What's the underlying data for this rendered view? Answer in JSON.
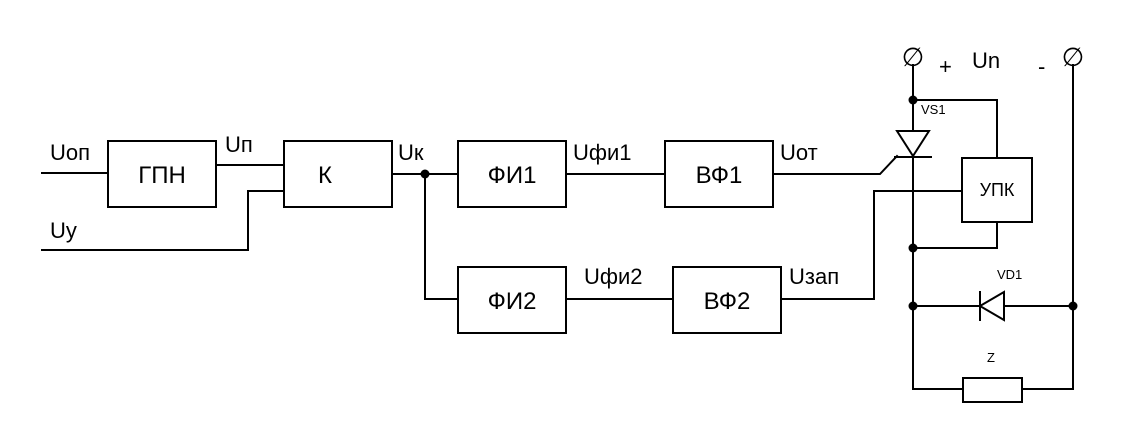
{
  "blocks": {
    "gpn": "ГПН",
    "k": "К",
    "fi1": "ФИ1",
    "vf1": "ВФ1",
    "fi2": "ФИ2",
    "vf2": "ВФ2",
    "upk": "УПК"
  },
  "signals": {
    "uop": "Uоп",
    "uy": "Uу",
    "up": "Uп",
    "uk": "Uк",
    "ufi1": "Uфи1",
    "uot": "Uот",
    "ufi2": "Uфи2",
    "uzap": "Uзап"
  },
  "power": {
    "plus": "+",
    "label": "Un",
    "minus": "-",
    "terminal_symbol": "∅"
  },
  "components": {
    "vs1": "VS1",
    "vd1": "VD1",
    "z": "Z"
  }
}
